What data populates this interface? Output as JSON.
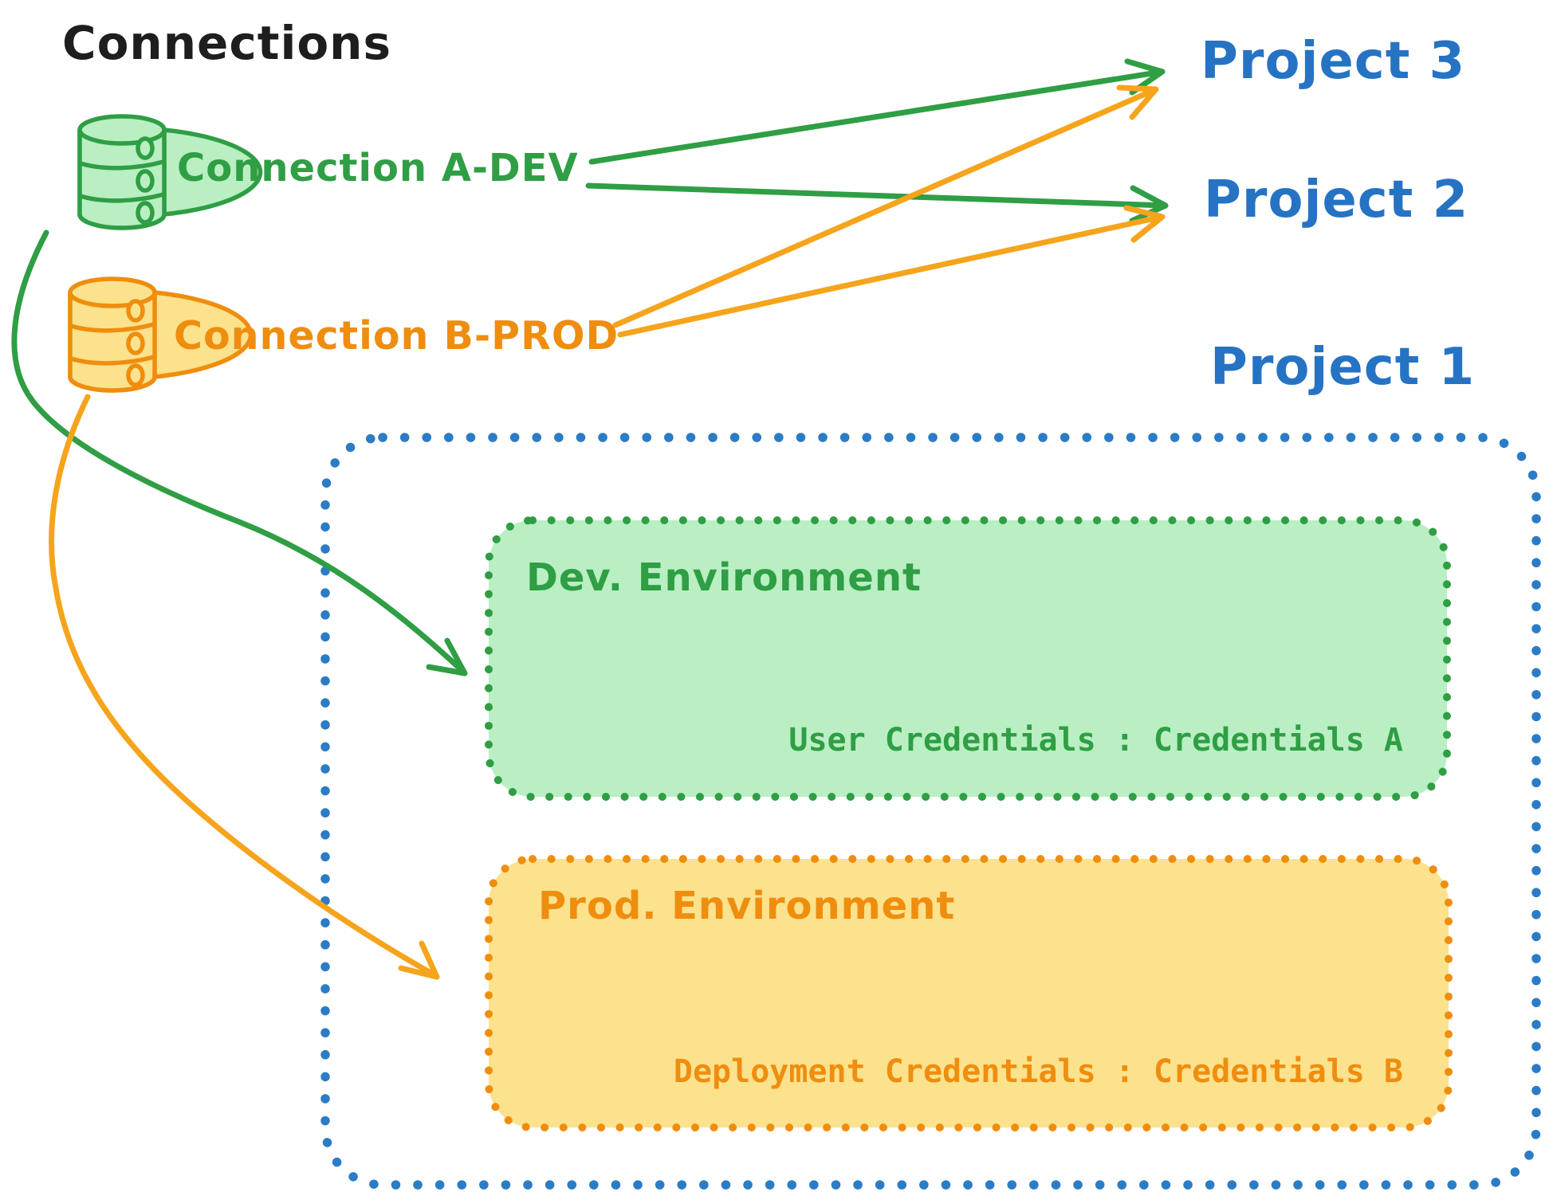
{
  "colors": {
    "ink": "#1e1e1e",
    "green": "#2f9e44",
    "green-fill": "#b9efc3",
    "orange": "#ef8d0f",
    "orange-fill": "#fce28c",
    "amber": "#f6a41c",
    "blue": "#2673c4",
    "blue-border": "#2b7cc5",
    "bg": "#ffffff"
  },
  "diagram": {
    "title": "Connections",
    "connections": [
      {
        "label": "Connection A-DEV",
        "icon": "database-icon",
        "color": "#2f9e44"
      },
      {
        "label": "Connection B-PROD",
        "icon": "database-icon",
        "color": "#ef8d0f"
      }
    ],
    "projects": [
      {
        "label": "Project 3"
      },
      {
        "label": "Project 2"
      },
      {
        "label": "Project 1"
      }
    ],
    "project_1_environments": [
      {
        "name": "Dev. Environment",
        "credentials": "User Credentials : Credentials A"
      },
      {
        "name": "Prod. Environment",
        "credentials": "Deployment Credentials : Credentials B"
      }
    ],
    "links": [
      {
        "from": "Connection A-DEV",
        "to": "Project 3"
      },
      {
        "from": "Connection A-DEV",
        "to": "Project 2"
      },
      {
        "from": "Connection B-PROD",
        "to": "Project 3"
      },
      {
        "from": "Connection B-PROD",
        "to": "Project 2"
      },
      {
        "from": "Connection A-DEV",
        "to": "Project 1 / Dev. Environment"
      },
      {
        "from": "Connection B-PROD",
        "to": "Project 1 / Prod. Environment"
      }
    ]
  }
}
